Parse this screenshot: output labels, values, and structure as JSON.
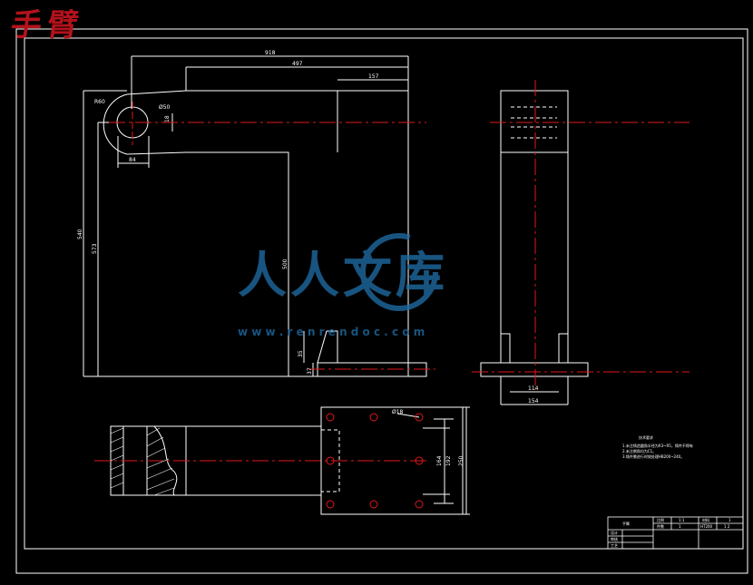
{
  "title_stamp": "手臂",
  "colors": {
    "background": "#000000",
    "line": "#ffffff",
    "centerline": "#e01818",
    "dimension": "#ffffff",
    "stamp": "#b3121b",
    "watermark": "#1e6aa0",
    "bolt_hole": "#e01818"
  },
  "dimensions": {
    "overall_width": "918",
    "arm_length": "497",
    "top_right_width": "157",
    "pivot_radius": "R60",
    "pivot_hole_dia": "Ø50",
    "pivot_small": "18",
    "pivot_width": "84",
    "overall_height": "540",
    "inner_height": "573",
    "column_height": "500",
    "step_height": "35",
    "base_thickness": "37",
    "side_inner_width": "114",
    "side_outer_width": "154",
    "plate_hole": "Ø18",
    "plate_inner_height": "164",
    "plate_mid_height": "192",
    "plate_outer_height": "250"
  },
  "tech_notes": {
    "heading": "技术要求",
    "lines": [
      "1.未注铸造圆角半径为R3~R5，铸件不得有",
      "2.未注倒角均为C1。",
      "3.铸件需进行时效处理HB200~240。"
    ]
  },
  "title_block": {
    "part_name": "手臂",
    "rows": [
      [
        "设计",
        "",
        "比例",
        "1:1"
      ],
      [
        "审核",
        "",
        "件数",
        "1"
      ],
      [
        "工艺",
        "",
        "材料",
        "HT200"
      ]
    ],
    "right_top": "1",
    "right_bottom": "1  2"
  },
  "watermark": {
    "name": "人人文库",
    "url": "w w w . r e n r e n d o c . c o m"
  }
}
